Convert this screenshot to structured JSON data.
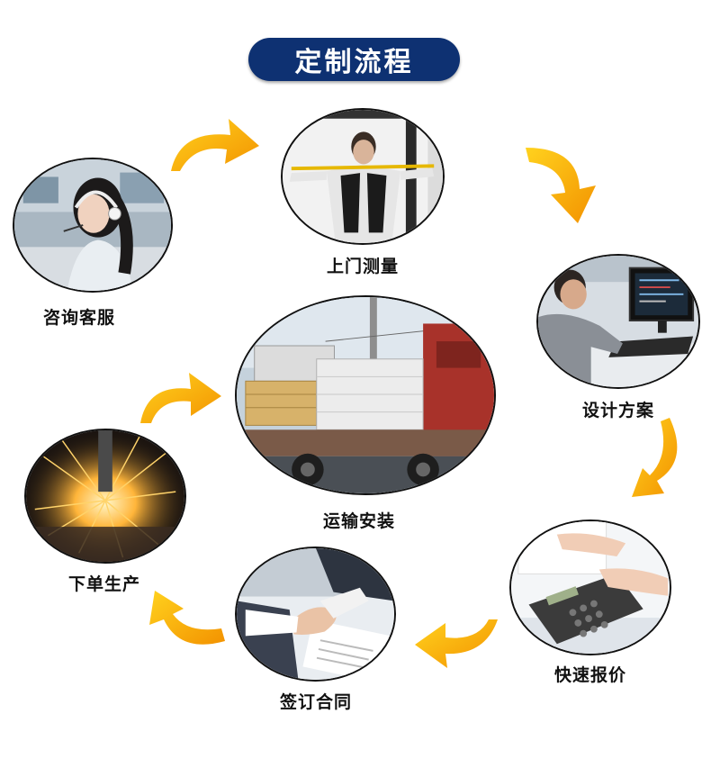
{
  "title": "定制流程",
  "steps": [
    {
      "id": "consult",
      "label": "咨询客服",
      "icon": "customer-service-headset"
    },
    {
      "id": "measure",
      "label": "上门测量",
      "icon": "tape-measure"
    },
    {
      "id": "design",
      "label": "设计方案",
      "icon": "computer-design"
    },
    {
      "id": "quote",
      "label": "快速报价",
      "icon": "calculator"
    },
    {
      "id": "contract",
      "label": "签订合同",
      "icon": "handshake"
    },
    {
      "id": "produce",
      "label": "下单生产",
      "icon": "welding-sparks"
    },
    {
      "id": "install",
      "label": "运输安装",
      "icon": "delivery-truck"
    }
  ],
  "colors": {
    "title_bg": "#0e3172",
    "arrow_light": "#ffd21e",
    "arrow_dark": "#f39200"
  }
}
